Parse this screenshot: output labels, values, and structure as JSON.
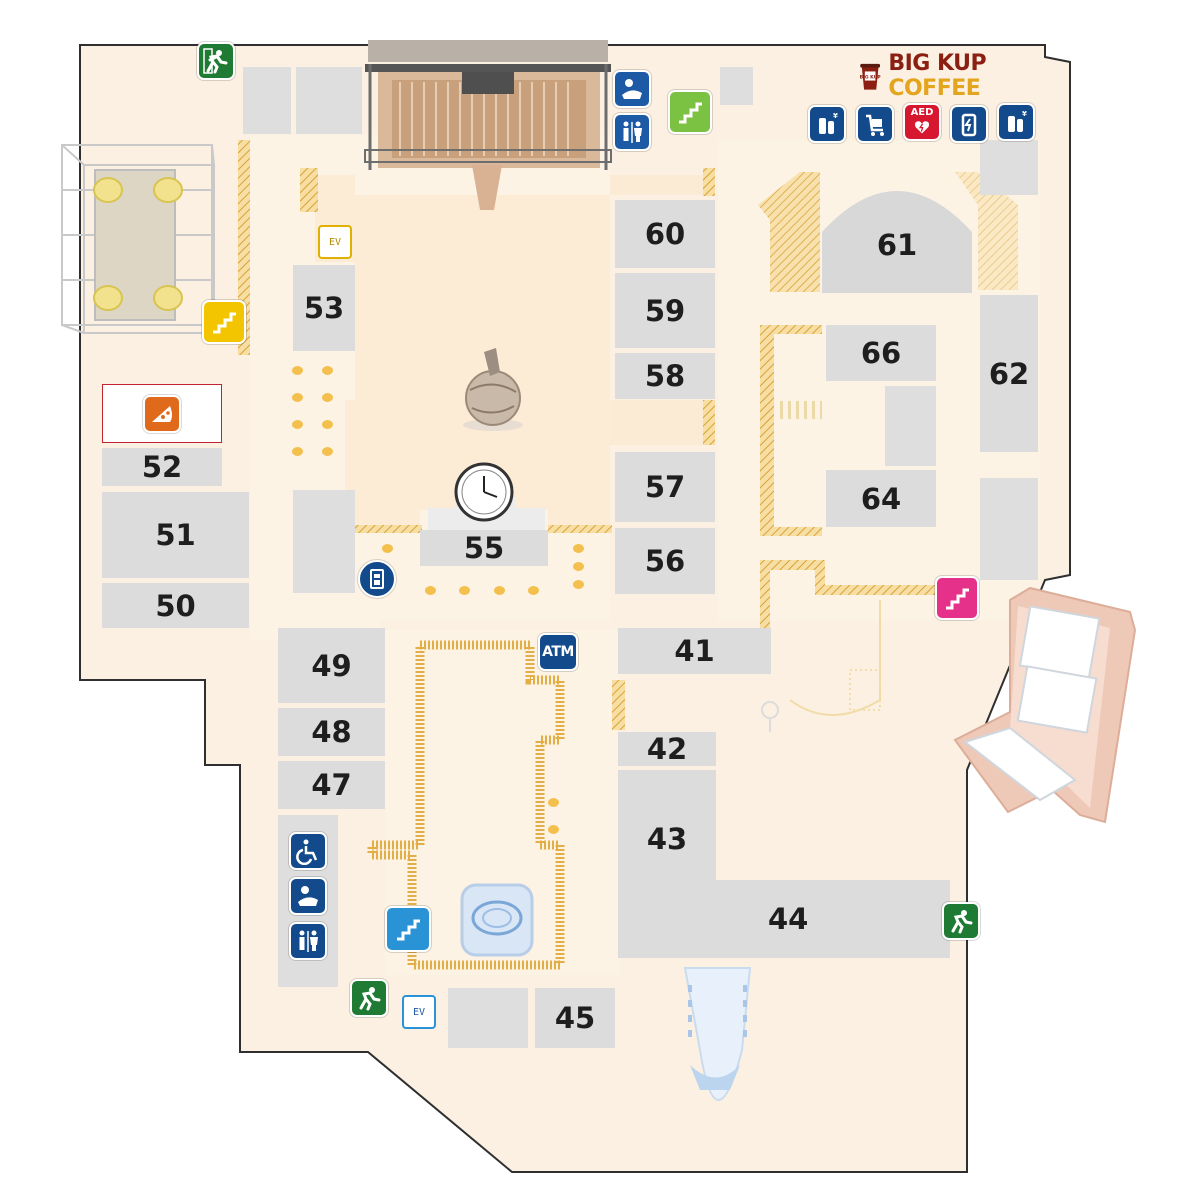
{
  "stores": [
    {
      "id": "store-41",
      "label": "41"
    },
    {
      "id": "store-42",
      "label": "42"
    },
    {
      "id": "store-43",
      "label": "43"
    },
    {
      "id": "store-44",
      "label": "44"
    },
    {
      "id": "store-45",
      "label": "45"
    },
    {
      "id": "store-47",
      "label": "47"
    },
    {
      "id": "store-48",
      "label": "48"
    },
    {
      "id": "store-49",
      "label": "49"
    },
    {
      "id": "store-50",
      "label": "50"
    },
    {
      "id": "store-51",
      "label": "51"
    },
    {
      "id": "store-52",
      "label": "52"
    },
    {
      "id": "store-53",
      "label": "53"
    },
    {
      "id": "store-55",
      "label": "55"
    },
    {
      "id": "store-56",
      "label": "56"
    },
    {
      "id": "store-57",
      "label": "57"
    },
    {
      "id": "store-58",
      "label": "58"
    },
    {
      "id": "store-59",
      "label": "59"
    },
    {
      "id": "store-60",
      "label": "60"
    },
    {
      "id": "store-61",
      "label": "61"
    },
    {
      "id": "store-62",
      "label": "62"
    },
    {
      "id": "store-64",
      "label": "64"
    },
    {
      "id": "store-66",
      "label": "66"
    }
  ],
  "brand": {
    "coffee_logo_word1": "BIG KUP",
    "coffee_logo_word2": "COFFEE",
    "coffee_cup_text": "BIG KUP"
  },
  "icon_text": {
    "atm": "ATM",
    "aed": "AED",
    "elevator": "EV",
    "yen": "¥"
  },
  "icons": [
    "emergency-exit-icon",
    "nursing-room-icon",
    "restroom-icon",
    "stairs-icon",
    "elevator-icon",
    "wheelchair-icon",
    "atm-icon",
    "aed-icon",
    "locker-icon",
    "cart-icon",
    "charging-icon",
    "vending-machine-icon",
    "pizza-icon",
    "phone-icon"
  ],
  "colors": {
    "floor": "#fbf0e1",
    "corridor": "#fdf5ea",
    "store_fill": "#dcdcdc",
    "outline": "#333333",
    "wall_hatch": "#e8b54a",
    "exit_green": "#1f7a34",
    "stairs_yellow": "#f2c500",
    "stairs_lime": "#7cc242",
    "stairs_sky": "#2a93d5",
    "stairs_pink": "#e5318a",
    "facility_blue": "#1d5aa6"
  }
}
